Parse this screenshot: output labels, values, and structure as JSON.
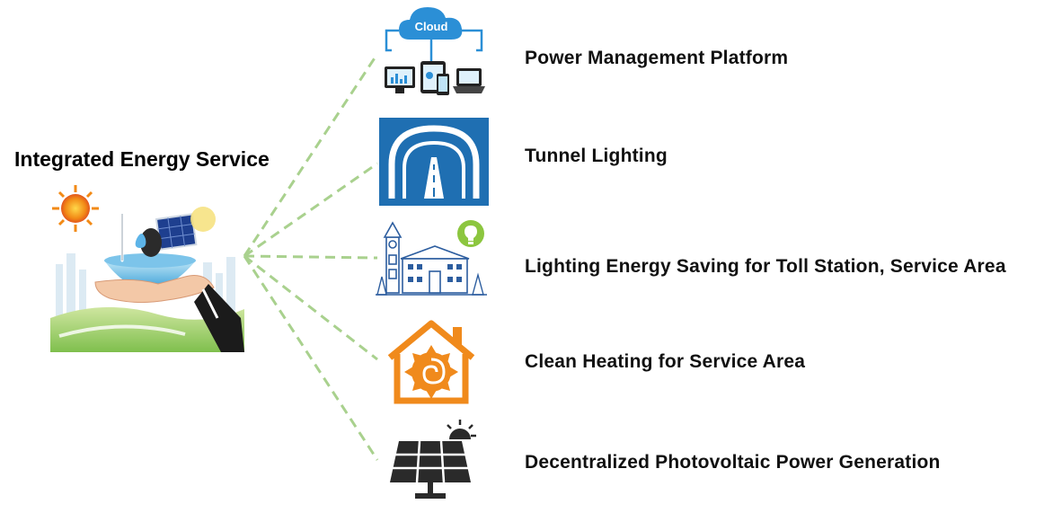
{
  "hub": {
    "title": "Integrated Energy Service"
  },
  "items": [
    {
      "label": "Power Management Platform",
      "icon": "cloud-platform-icon",
      "icon_text": "Cloud"
    },
    {
      "label": "Tunnel Lighting",
      "icon": "tunnel-icon"
    },
    {
      "label": "Lighting Energy Saving for Toll Station, Service Area",
      "icon": "toll-station-building-icon"
    },
    {
      "label": "Clean Heating for Service Area",
      "icon": "heating-house-icon"
    },
    {
      "label": "Decentralized Photovoltaic Power Generation",
      "icon": "solar-panel-icon"
    }
  ],
  "colors": {
    "connector": "#a9d18e",
    "tunnel_bg": "#1f6fb2",
    "heating": "#f08a1c",
    "cloud": "#2b8fd6"
  }
}
